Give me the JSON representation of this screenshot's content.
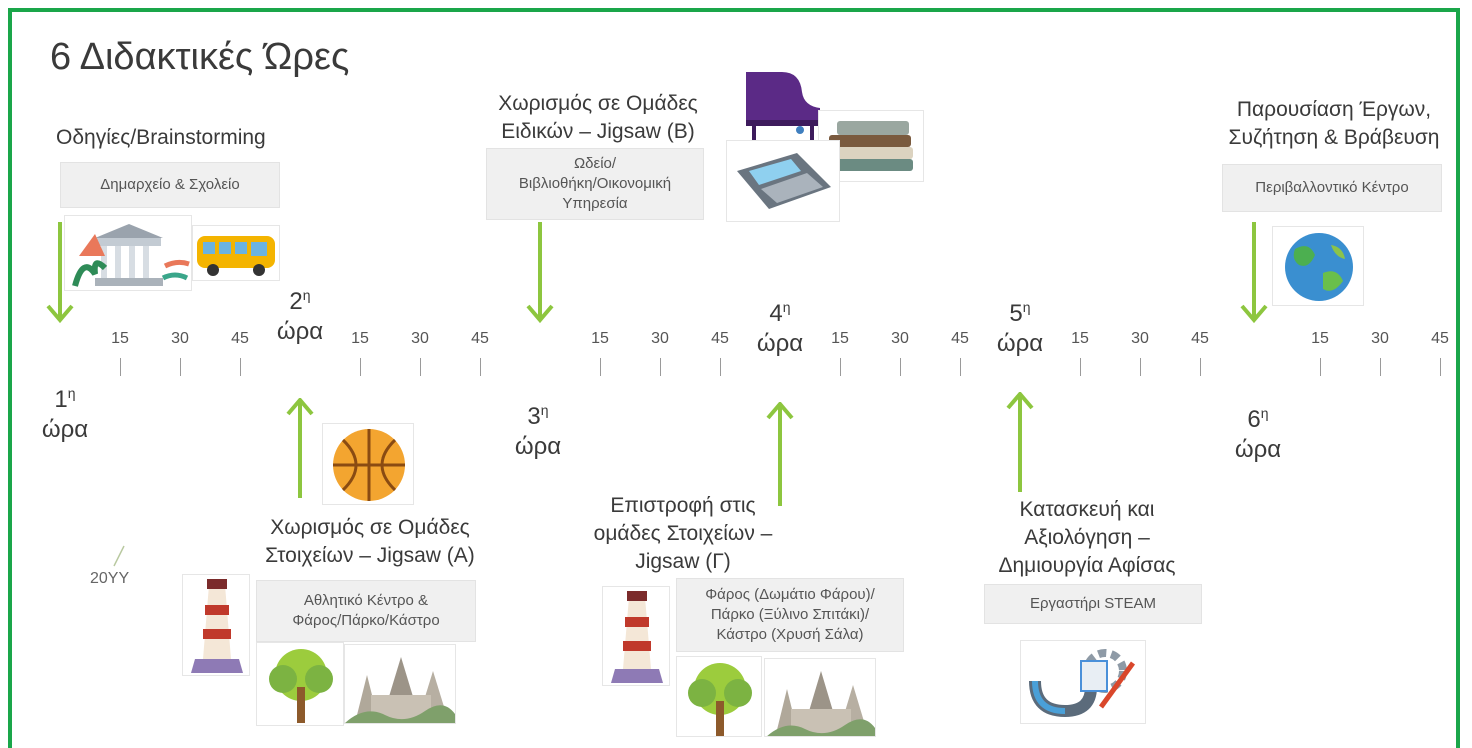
{
  "title": "6 Διδακτικές Ώρες",
  "hours": [
    {
      "num": "1",
      "sup": "η",
      "word": "ώρα"
    },
    {
      "num": "2",
      "sup": "η",
      "word": "ώρα"
    },
    {
      "num": "3",
      "sup": "η",
      "word": "ώρα"
    },
    {
      "num": "4",
      "sup": "η",
      "word": "ώρα"
    },
    {
      "num": "5",
      "sup": "η",
      "word": "ώρα"
    },
    {
      "num": "6",
      "sup": "η",
      "word": "ώρα"
    }
  ],
  "minute_ticks": [
    "15",
    "30",
    "45"
  ],
  "activities": {
    "a1": {
      "heading": "Οδηγίες/Brainstorming",
      "location": "Δημαρχείο & Σχολείο"
    },
    "a2": {
      "heading_line1": "Χωρισμός σε Ομάδες",
      "heading_line2": "Στοιχείων – Jigsaw (Α)",
      "location_line1": "Αθλητικό Κέντρο &",
      "location_line2": "Φάρος/Πάρκο/Κάστρο"
    },
    "a3": {
      "heading_line1": "Χωρισμός σε Ομάδες",
      "heading_line2": "Ειδικών – Jigsaw (Β)",
      "location_line1": "Ωδείο/",
      "location_line2": "Βιβλιοθήκη/Οικονομική",
      "location_line3": "Υπηρεσία"
    },
    "a4": {
      "heading_line1": "Επιστροφή στις",
      "heading_line2": "ομάδες Στοιχείων –",
      "heading_line3": "Jigsaw (Γ)",
      "location_line1": "Φάρος (Δωμάτιο Φάρου)/",
      "location_line2": "Πάρκο (Ξύλινο Σπιτάκι)/",
      "location_line3": "Κάστρο (Χρυσή Σάλα)"
    },
    "a5": {
      "heading_line1": "Κατασκευή και",
      "heading_line2": "Αξιολόγηση –",
      "heading_line3": "Δημιουργία Αφίσας",
      "location": "Εργαστήρι STEAM"
    },
    "a6": {
      "heading_line1": "Παρουσίαση Έργων,",
      "heading_line2": "Συζήτηση & Βράβευση",
      "location": "Περιβαλλοντικό Κέντρο"
    }
  },
  "footer_date": "20YY",
  "colors": {
    "frame": "#1aa64a",
    "arrow": "#8dc63f",
    "box": "#f0f0f0"
  },
  "icons": [
    "town-hall-icon",
    "school-bus-icon",
    "basketball-icon",
    "lighthouse-icon",
    "tree-icon",
    "castle-icon",
    "piano-icon",
    "books-icon",
    "calculator-icon",
    "steam-tools-icon",
    "globe-icon"
  ]
}
